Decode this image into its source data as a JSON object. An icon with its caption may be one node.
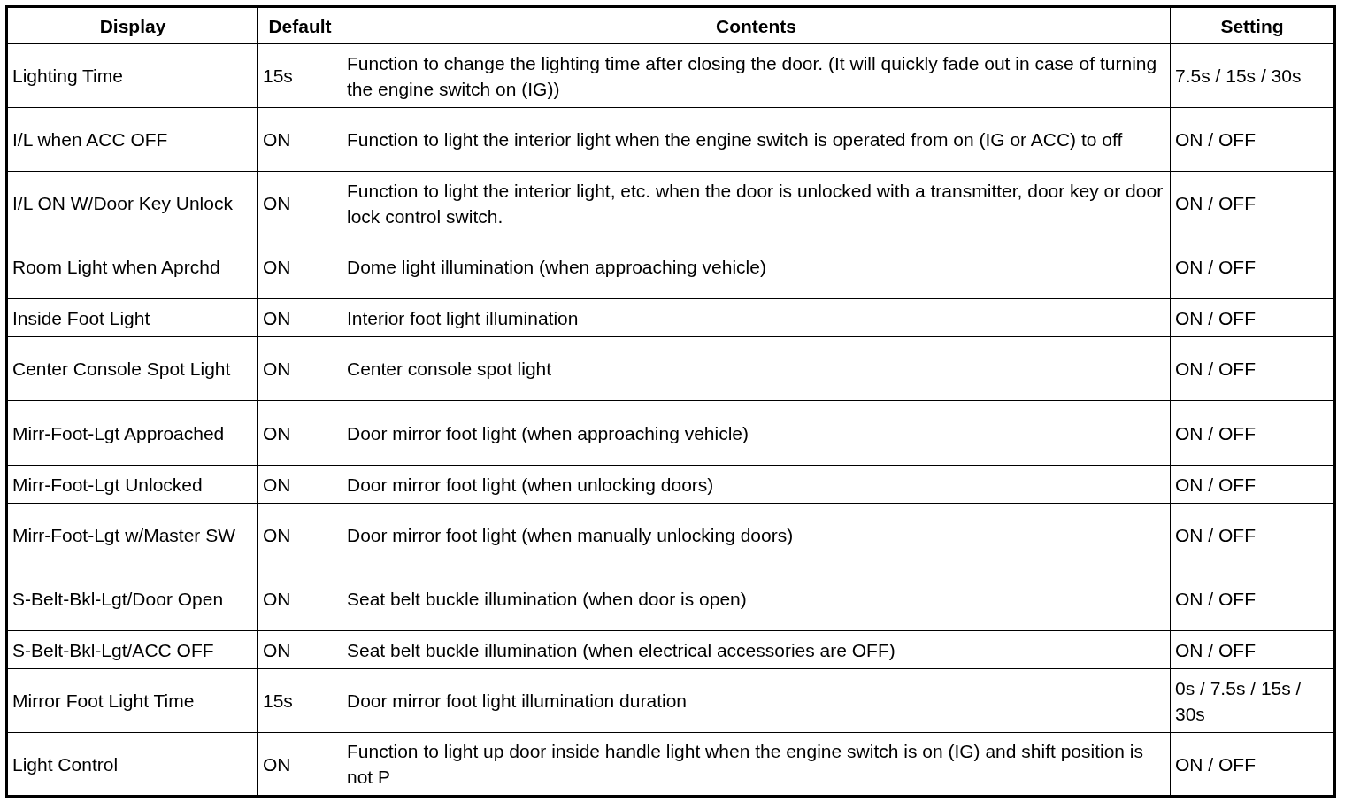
{
  "diagram": {
    "labels": [
      "Display",
      "Default",
      "Contents",
      "Setting",
      "Lighting Time",
      "15s",
      "Function to change the lighting time after closing the door. (It will quickly fade out in case of turning the engine switch on (IG))",
      "7.5s / 15s / 30s",
      "I/L when ACC OFF",
      "ON",
      "Function to light the interior light when the engine switch is operated from on (IG or ACC) to off",
      "ON / OFF",
      "I/L ON W/Door Key Unlock",
      "ON",
      "Function to light the interior light, etc. when the door is unlocked with a transmitter, door key or door lock control switch.",
      "ON / OFF",
      "Room Light when Aprchd",
      "ON",
      "Dome light illumination (when approaching vehicle)",
      "ON / OFF",
      "Inside Foot Light",
      "ON",
      "Interior foot light illumination",
      "ON / OFF",
      "Center Console Spot Light",
      "ON",
      "Center console spot light",
      "ON / OFF",
      "Mirr-Foot-Lgt Approached",
      "ON",
      "Door mirror foot light (when approaching vehicle)",
      "ON / OFF",
      "Mirr-Foot-Lgt Unlocked",
      "ON",
      "Door mirror foot light (when unlocking doors)",
      "ON / OFF",
      "Mirr-Foot-Lgt w/Master SW",
      "ON",
      "Door mirror foot light (when manually unlocking doors)",
      "ON / OFF",
      "S-Belt-Bkl-Lgt/Door Open",
      "ON",
      "Seat belt buckle illumination (when door is open)",
      "ON / OFF",
      "S-Belt-Bkl-Lgt/ACC OFF",
      "ON",
      "Seat belt buckle illumination (when electrical accessories are OFF)",
      "ON / OFF",
      "Mirror Foot Light Time",
      "15s",
      "Door mirror foot light illumination duration",
      "0s / 7.5s / 15s / 30s",
      "Light Control",
      "ON",
      "Function to light up door inside handle light when the engine switch is on (IG) and shift position is not P",
      "ON / OFF"
    ]
  }
}
